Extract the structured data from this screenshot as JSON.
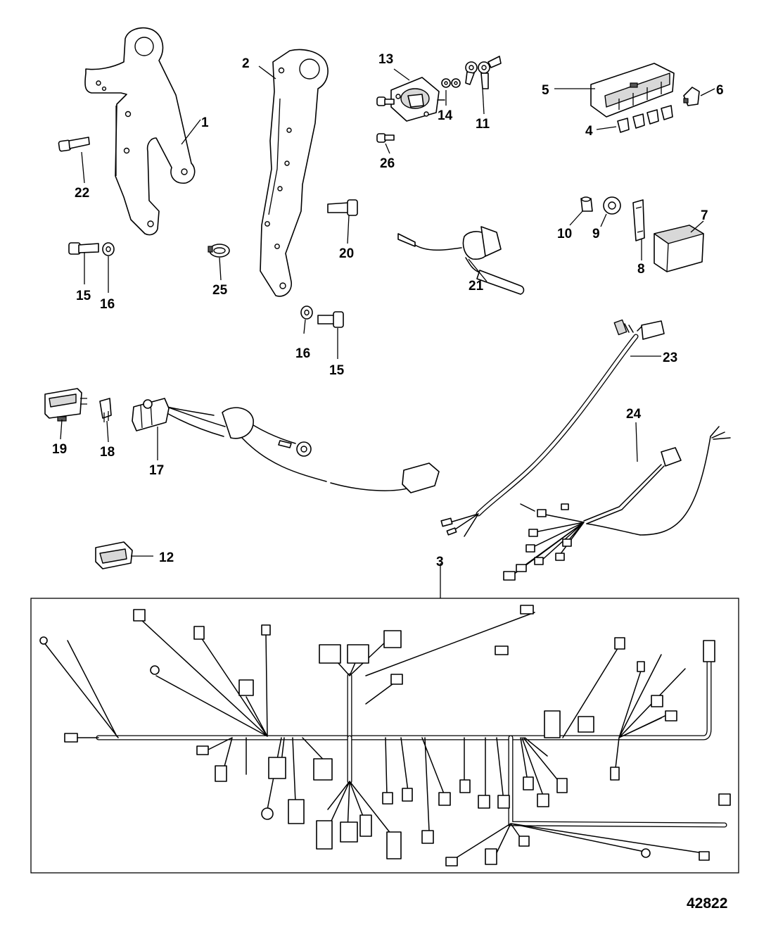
{
  "callouts": [
    {
      "id": "1",
      "text": "1"
    },
    {
      "id": "2",
      "text": "2"
    },
    {
      "id": "3",
      "text": "3"
    },
    {
      "id": "4",
      "text": "4"
    },
    {
      "id": "5",
      "text": "5"
    },
    {
      "id": "6",
      "text": "6"
    },
    {
      "id": "7",
      "text": "7"
    },
    {
      "id": "8",
      "text": "8"
    },
    {
      "id": "9",
      "text": "9"
    },
    {
      "id": "10",
      "text": "10"
    },
    {
      "id": "11",
      "text": "11"
    },
    {
      "id": "12",
      "text": "12"
    },
    {
      "id": "13",
      "text": "13"
    },
    {
      "id": "14",
      "text": "14"
    },
    {
      "id": "15a",
      "text": "15"
    },
    {
      "id": "15b",
      "text": "15"
    },
    {
      "id": "16a",
      "text": "16"
    },
    {
      "id": "16b",
      "text": "16"
    },
    {
      "id": "17",
      "text": "17"
    },
    {
      "id": "18",
      "text": "18"
    },
    {
      "id": "19",
      "text": "19"
    },
    {
      "id": "20",
      "text": "20"
    },
    {
      "id": "21",
      "text": "21"
    },
    {
      "id": "22",
      "text": "22"
    },
    {
      "id": "23",
      "text": "23"
    },
    {
      "id": "24",
      "text": "24"
    },
    {
      "id": "25",
      "text": "25"
    },
    {
      "id": "26",
      "text": "26"
    }
  ],
  "figure_number": "42822",
  "colors": {
    "ink": "#000000",
    "paper": "#ffffff",
    "shade": "#d8d8d8"
  }
}
